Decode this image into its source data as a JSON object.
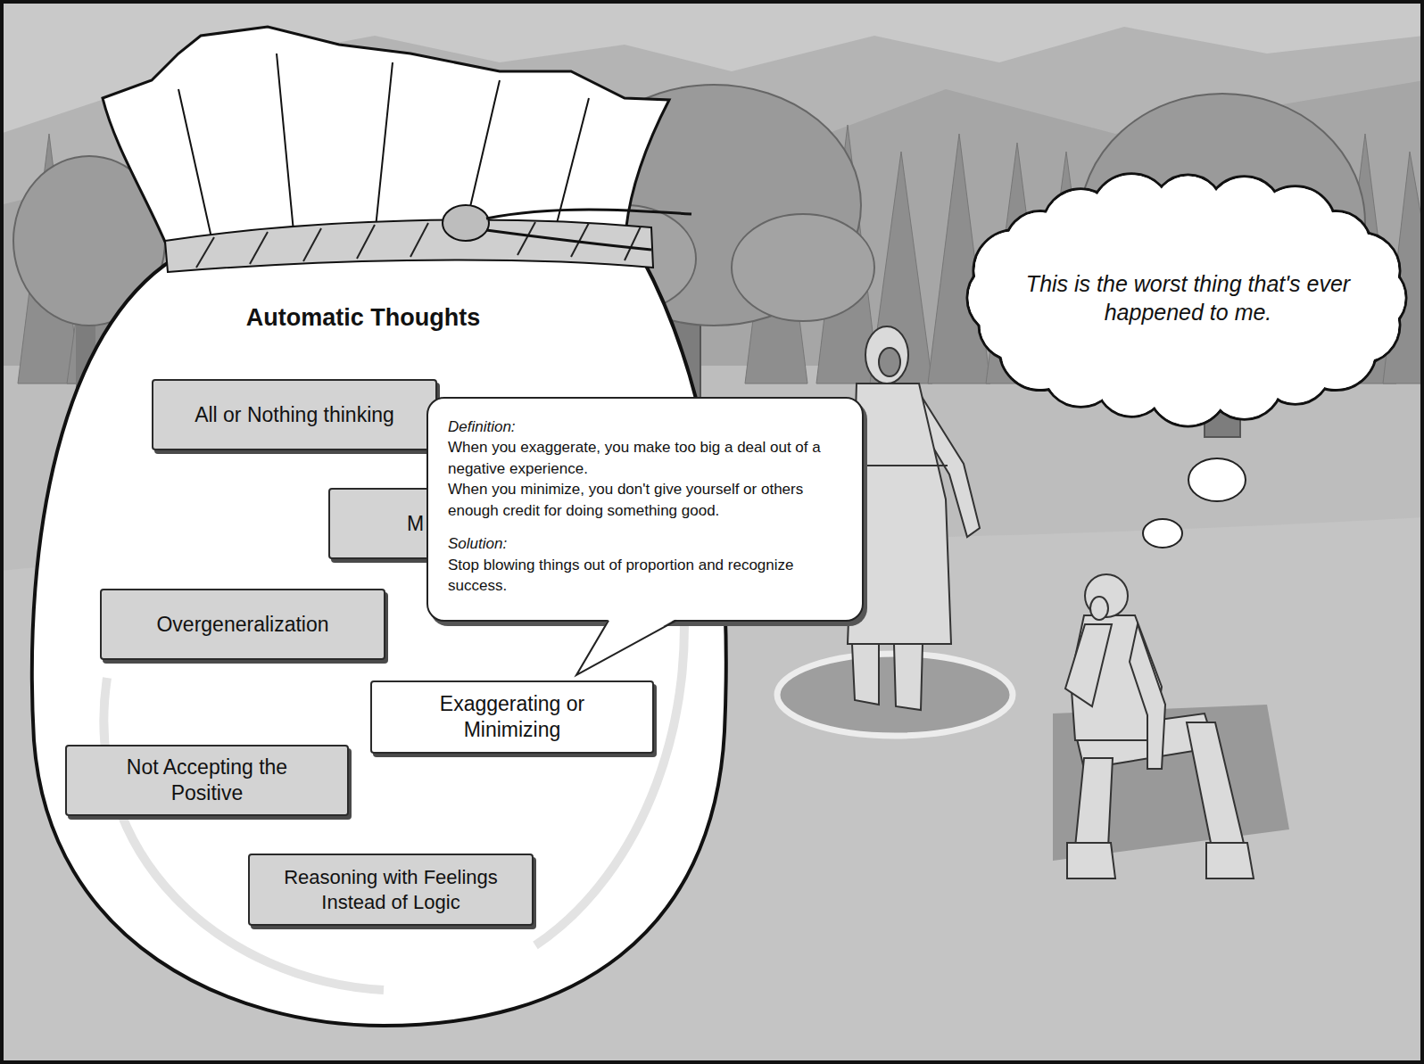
{
  "diagram": {
    "nodes": [
      {
        "text": [
          "Automatic Thoughts"
        ]
      },
      {
        "text": [
          "All or Nothing thinking"
        ],
        "in": 0
      },
      {
        "text": [
          "M"
        ],
        "in": 0
      },
      {
        "text": [
          "Overgeneralization"
        ],
        "in": 0
      },
      {
        "text": [
          "Exaggerating or Minimizing"
        ],
        "in": 0
      },
      {
        "text": [
          "Not Accepting the Positive"
        ],
        "in": 0
      },
      {
        "text": [
          "Reasoning with Feelings Instead of Logic"
        ],
        "in": 0
      },
      {
        "text": [
          "Definition:",
          "When you exaggerate, you make too big a deal out of a negative experience.",
          "When you minimize, you don't give yourself or others enough credit for doing something good.",
          "Solution:",
          "Stop blowing things out of proportion and recognize success."
        ]
      },
      {
        "text": [
          "This is the worst thing that's ever happened to me."
        ]
      }
    ]
  }
}
